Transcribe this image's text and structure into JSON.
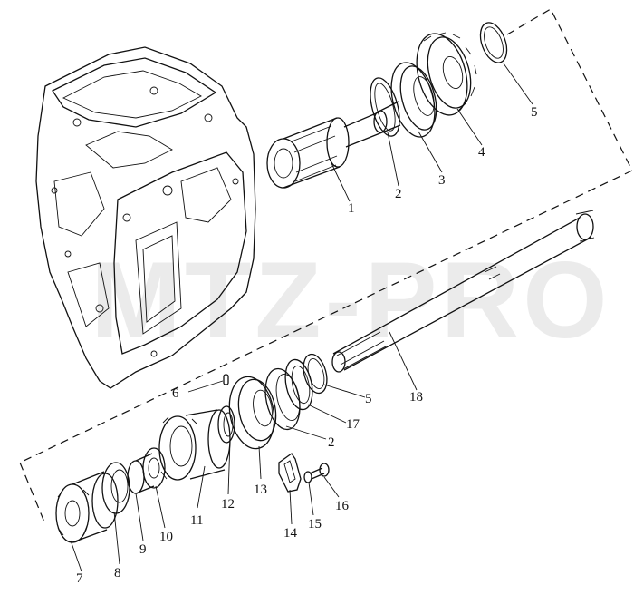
{
  "watermark": "MTZ-PRO",
  "callouts": [
    {
      "id": "c1",
      "text": "1"
    },
    {
      "id": "c2a",
      "text": "2"
    },
    {
      "id": "c3",
      "text": "3"
    },
    {
      "id": "c4",
      "text": "4"
    },
    {
      "id": "c5a",
      "text": "5"
    },
    {
      "id": "c6",
      "text": "6"
    },
    {
      "id": "c5b",
      "text": "5"
    },
    {
      "id": "c18",
      "text": "18"
    },
    {
      "id": "c17",
      "text": "17"
    },
    {
      "id": "c2b",
      "text": "2"
    },
    {
      "id": "c7",
      "text": "7"
    },
    {
      "id": "c8",
      "text": "8"
    },
    {
      "id": "c9",
      "text": "9"
    },
    {
      "id": "c10",
      "text": "10"
    },
    {
      "id": "c11",
      "text": "11"
    },
    {
      "id": "c12",
      "text": "12"
    },
    {
      "id": "c13",
      "text": "13"
    },
    {
      "id": "c14",
      "text": "14"
    },
    {
      "id": "c15",
      "text": "15"
    },
    {
      "id": "c16",
      "text": "16"
    }
  ],
  "icons": {
    "housing": "gearbox-housing-icon",
    "shaft": "shaft-icon",
    "gear": "gear-icon",
    "bearing": "bearing-icon",
    "ring": "snap-ring-icon"
  }
}
